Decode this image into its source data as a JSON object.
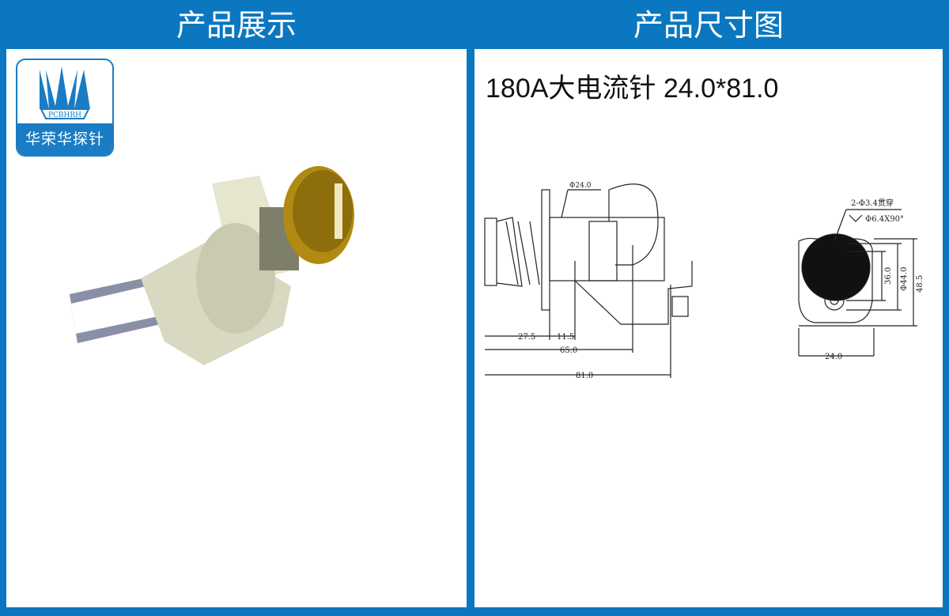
{
  "left_header": {
    "title": "产品展示"
  },
  "right_header": {
    "title": "产品尺寸图"
  },
  "logo": {
    "brand_latin": "PCBHRH",
    "brand_cn": "华荣华探针"
  },
  "product": {
    "title": "180A大电流针 24.0*81.0"
  },
  "drawing": {
    "dim_diameter": "Φ24.0",
    "dim_27_5": "27.5",
    "dim_11_5": "11.5",
    "dim_65": "65.0",
    "dim_81": "81.0",
    "hole_note_1": "2-Φ3.4贯穿",
    "hole_note_2": "Φ6.4X90°",
    "dim_36": "36.0",
    "dim_44": "Φ44.0",
    "dim_48_5": "48.5",
    "dim_24": "24.0"
  },
  "colors": {
    "brand_blue": "#0b77c0",
    "probe_gold": "#b08a12"
  }
}
